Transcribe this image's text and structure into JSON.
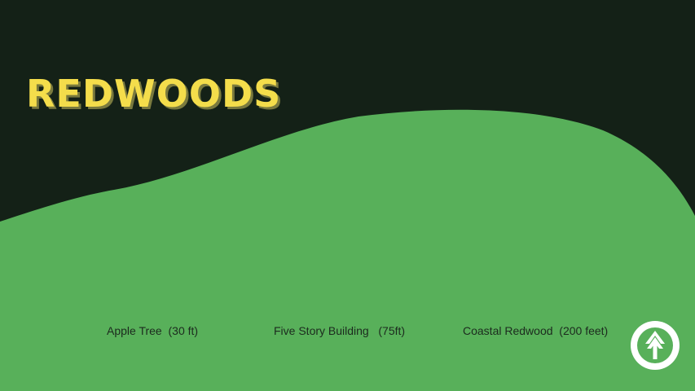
{
  "slide": {
    "title": "REDWOODS",
    "comparisons": [
      {
        "label": "Apple Tree  (30 ft)"
      },
      {
        "label": "Five Story Building   (75ft)"
      },
      {
        "label": "Coastal Redwood  (200 feet)"
      }
    ]
  },
  "logo": {
    "icon": "tree-arrow-icon"
  },
  "colors": {
    "background": "#142117",
    "hill": "#58b05a",
    "title": "#f4dd4b",
    "title_shadow": "#7a7a3e",
    "text": "#1c2a1e",
    "logo_fill": "#ffffff",
    "logo_mark": "#58b05a"
  }
}
